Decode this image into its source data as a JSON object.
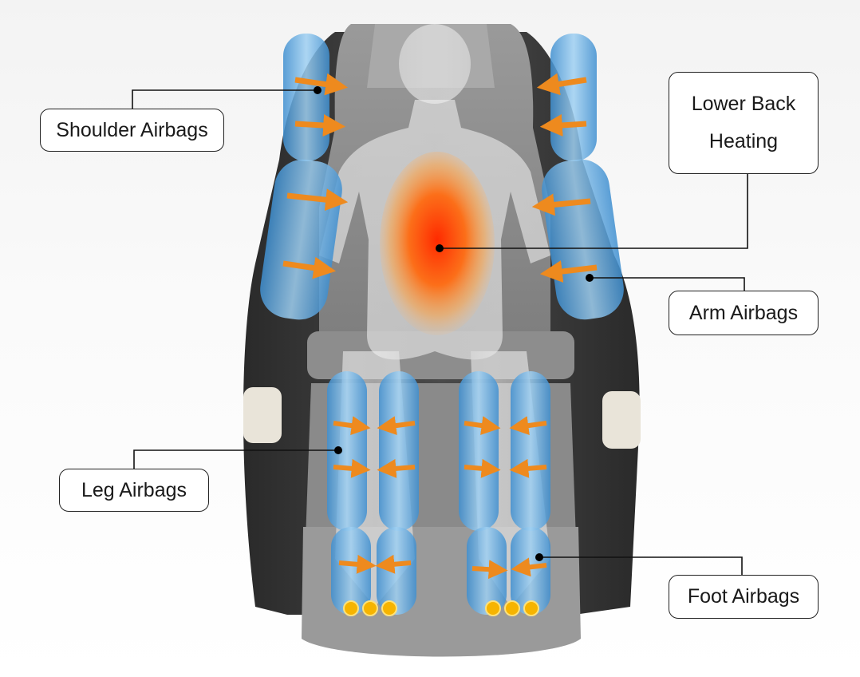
{
  "callouts": {
    "shoulder": "Shoulder Airbags",
    "lower_back_line1": "Lower Back",
    "lower_back_line2": "Heating",
    "arm": "Arm Airbags",
    "leg": "Leg Airbags",
    "foot": "Foot Airbags"
  },
  "colors": {
    "airbag": "#5aa9dc",
    "arrow": "#ee8a1e",
    "heat": "#ff4a0a",
    "chair_frame": "#3a3a3a",
    "chair_cushion": "#8c8c8c",
    "leader_line": "#111111"
  }
}
